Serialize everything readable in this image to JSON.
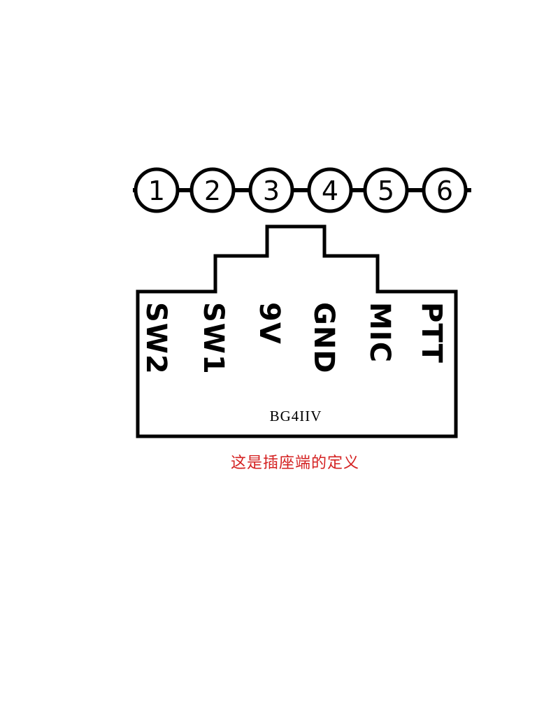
{
  "pins": [
    {
      "number": "1",
      "signal": "SW2"
    },
    {
      "number": "2",
      "signal": "SW1"
    },
    {
      "number": "3",
      "signal": "9V"
    },
    {
      "number": "4",
      "signal": "GND"
    },
    {
      "number": "5",
      "signal": "MIC"
    },
    {
      "number": "6",
      "signal": "PTT"
    }
  ],
  "model": "BG4IIV",
  "caption": "这是插座端的定义",
  "colors": {
    "line": "#000000",
    "caption": "#d42020",
    "background": "#ffffff"
  }
}
